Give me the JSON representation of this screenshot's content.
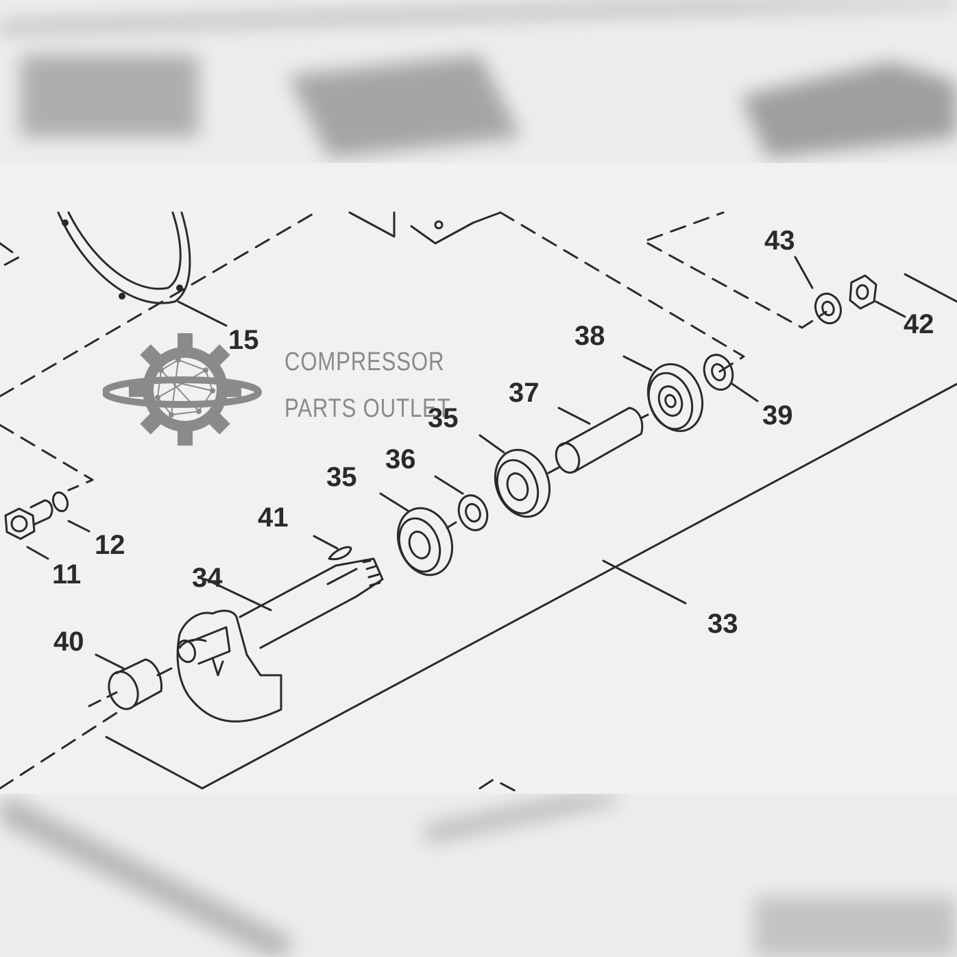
{
  "diagram": {
    "callouts": {
      "p43": "43",
      "p42": "42",
      "p15": "15",
      "p38": "38",
      "p39": "39",
      "p37": "37",
      "p35a": "35",
      "p36": "36",
      "p35b": "35",
      "p41": "41",
      "p12": "12",
      "p11": "11",
      "p34": "34",
      "p40": "40",
      "p33": "33"
    }
  },
  "watermark": {
    "line1": "COMPRESSOR",
    "line2": "PARTS OUTLET",
    "icon": "gear-globe-logo"
  },
  "colors": {
    "ink": "#2a2a2a",
    "paper": "#f1f1f1",
    "logo_gray": "#8a8a8a"
  }
}
